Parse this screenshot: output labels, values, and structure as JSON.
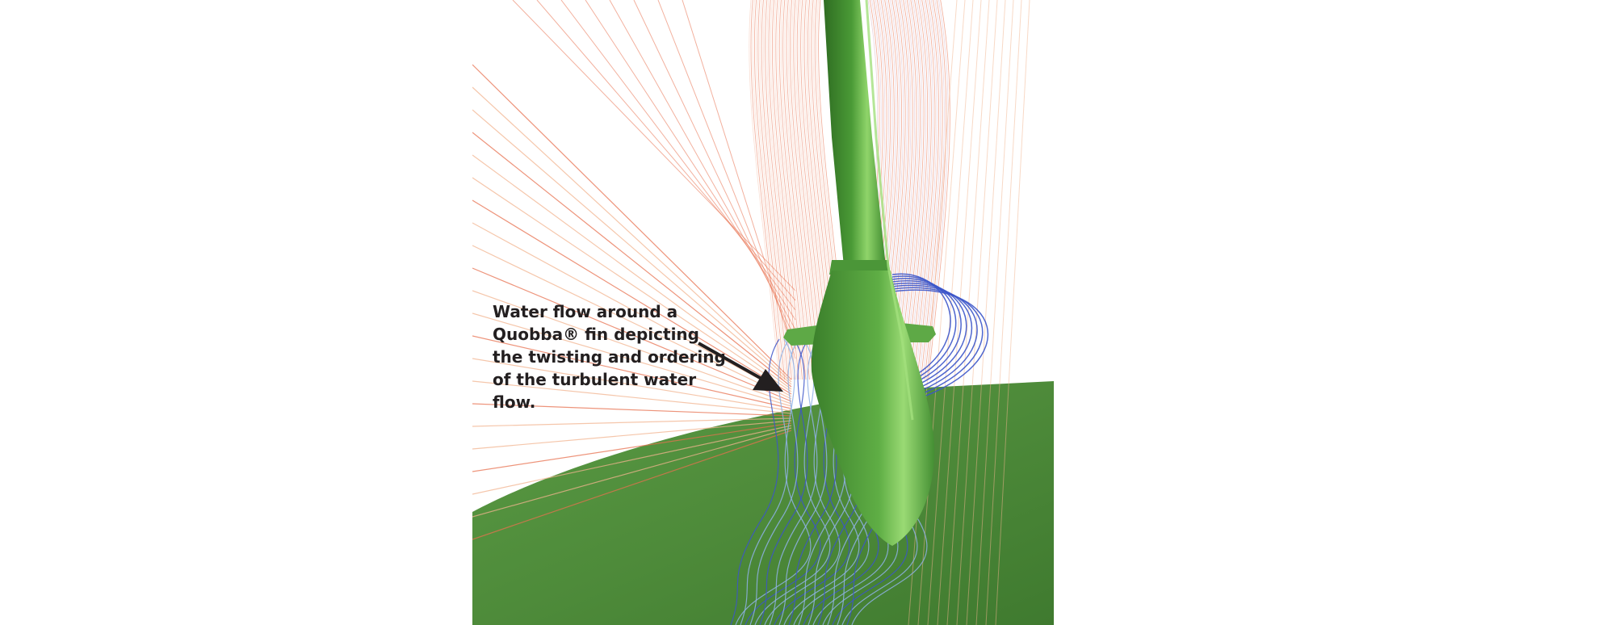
{
  "figure": {
    "caption_lines": [
      "Water flow around a",
      "Quobba® fin depicting",
      "the twisting and ordering",
      "of the turbulent water",
      "flow."
    ]
  },
  "colors": {
    "background": "#ffffff",
    "hull_green": "#4e8b3a",
    "fin_green": "#3f8a2e",
    "fin_highlight": "#8fd46a",
    "streamline_red": "#e8714f",
    "streamline_peach": "#f2b48f",
    "streamline_blue": "#3c55c9",
    "streamline_light_blue": "#8fb2e6",
    "caption_text": "#231f20",
    "arrow": "#231f20"
  },
  "icons": [
    "arrow-pointer-icon"
  ]
}
